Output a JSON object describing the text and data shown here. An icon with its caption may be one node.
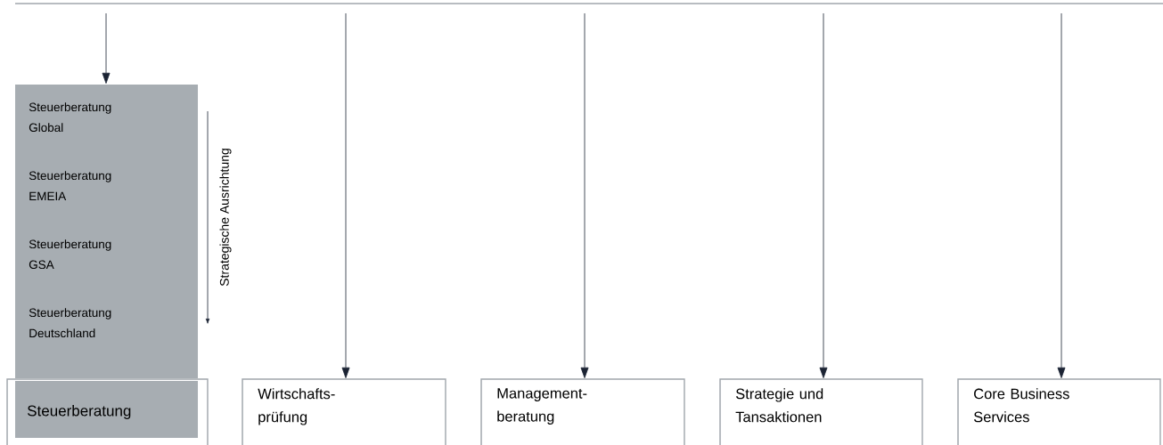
{
  "diagram": {
    "nodes": [
      {
        "text": [
          "Steuerberatung Global",
          "Steuerberatung EMEIA",
          "Steuerberatung GSA",
          "Steuerberatung Deutschland"
        ]
      },
      {
        "text": [
          "Steuerberatung"
        ]
      },
      {
        "text": [
          "Wirtschafts- prüfung"
        ]
      },
      {
        "text": [
          "Management- beratung"
        ]
      },
      {
        "text": [
          "Strategie und Tansaktionen"
        ]
      },
      {
        "text": [
          "Core Business Services"
        ]
      }
    ],
    "edges": [
      {
        "from": null,
        "to": 0,
        "arrow": "to"
      },
      {
        "from": null,
        "to": 2,
        "arrow": "to"
      },
      {
        "from": null,
        "to": 3,
        "arrow": "to"
      },
      {
        "from": null,
        "to": 4,
        "arrow": "to"
      },
      {
        "from": null,
        "to": 5,
        "arrow": "to"
      }
    ],
    "labels": [
      "Strategische Ausrichtung"
    ]
  }
}
